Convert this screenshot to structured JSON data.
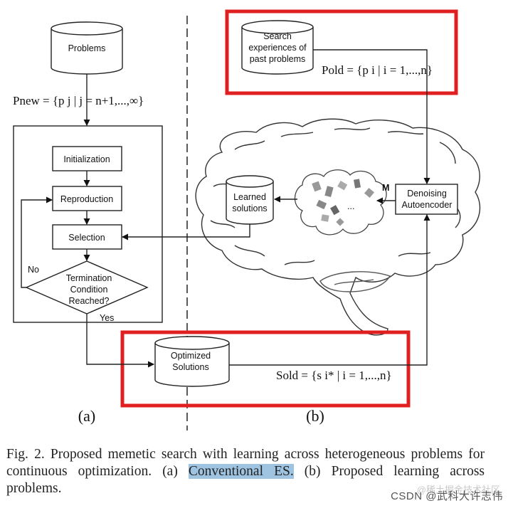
{
  "diagram": {
    "problems": "Problems",
    "p_new": "Pnew = {p j | j = n+1,...,∞}",
    "initialization": "Initialization",
    "reproduction": "Reproduction",
    "selection": "Selection",
    "termination_lines": [
      "Termination",
      "Condition",
      "Reached?"
    ],
    "no": "No",
    "yes": "Yes",
    "search_exp_lines": [
      "Search",
      "experiences of",
      "past problems"
    ],
    "p_old": "Pold = {p i | i = 1,...,n}",
    "learned_lines": [
      "Learned",
      "solutions"
    ],
    "m_label": "M",
    "ellipsis": "...",
    "denoising_lines": [
      "Denoising",
      "Autoencoder"
    ],
    "optimized_lines": [
      "Optimized",
      "Solutions"
    ],
    "s_old": "Sold = {s i* | i = 1,...,n}",
    "panel_a": "(a)",
    "panel_b": "(b)",
    "highlight_color": "#e02020"
  },
  "caption": {
    "prefix": "Fig. 2.   Proposed memetic search with learning across heterogeneous problems for continuous optimization. (a) ",
    "highlight": "Conventional ES.",
    "suffix": " (b) Proposed learning across problems."
  },
  "watermark": "CSDN @武科大许志伟",
  "watermark_ghost": "@稀土掘金技术社区"
}
